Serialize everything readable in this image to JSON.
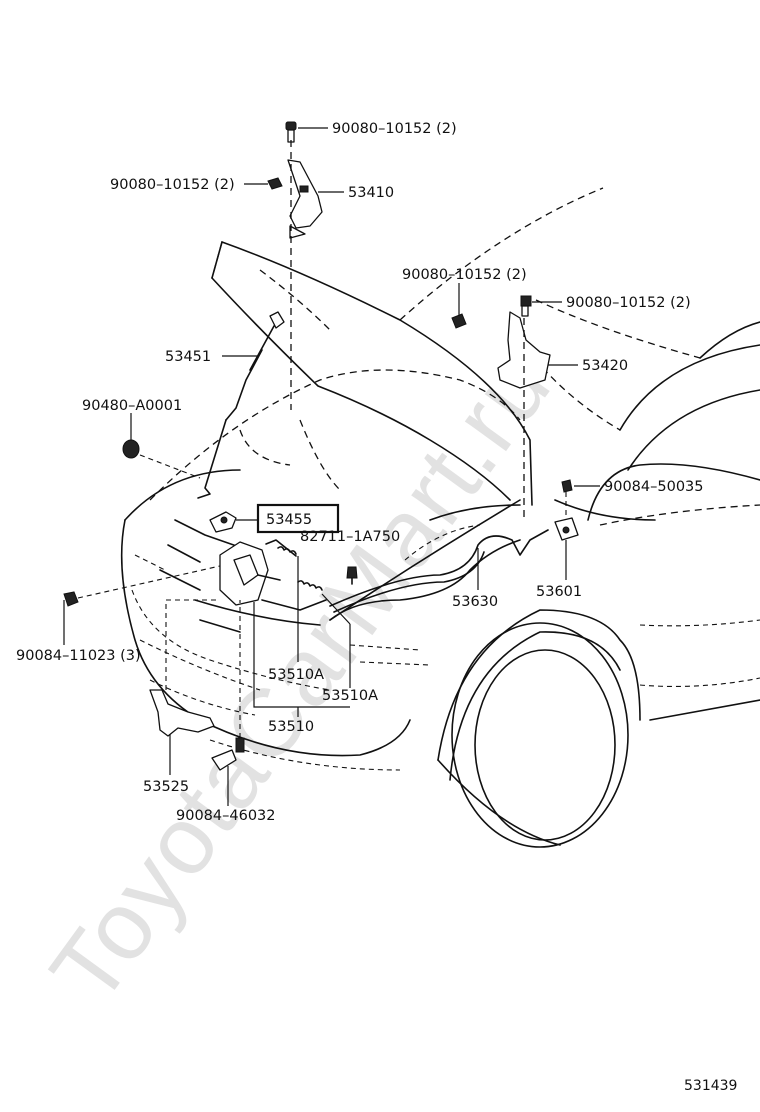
{
  "watermark": "ToyotaCarMart.ru",
  "figure_number": "531439",
  "highlighted_part": "53455",
  "labels": {
    "bolt_top": "90080–10152 (2)",
    "bolt_left": "90080–10152 (2)",
    "hinge_lh": "53410",
    "bolt_right_1": "90080–10152 (2)",
    "bolt_right_2": "90080–10152 (2)",
    "hinge_rh": "53420",
    "support_rod": "53451",
    "cushion": "90480–A0001",
    "holder": "53455",
    "clip_82711": "82711–1A750",
    "clip_50035": "90084–50035",
    "cable": "53630",
    "lever": "53601",
    "bolt_lock": "90084–11023 (3)",
    "spring_1": "53510A",
    "spring_2": "53510A",
    "lock_assy": "53510",
    "hook": "53525",
    "clip_46032": "90084–46032"
  }
}
